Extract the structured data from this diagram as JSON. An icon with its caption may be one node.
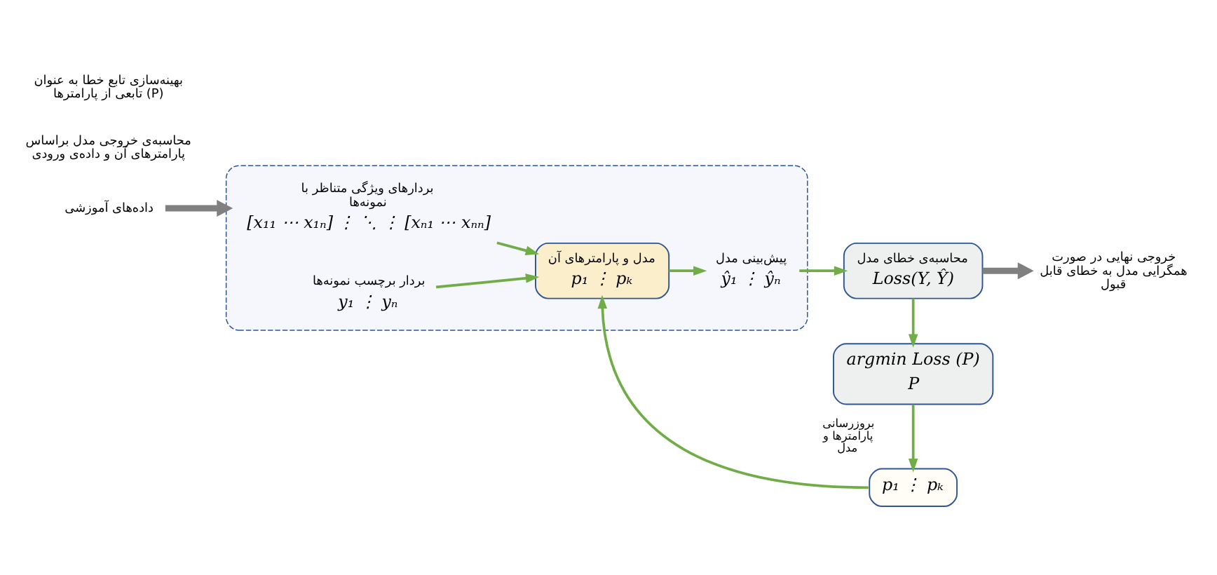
{
  "diagram": {
    "nodes": [
      {
        "text": [],
        "shape": "box"
      },
      {
        "text": [
          "بردارهای ویژگی متناظر با نمونه‌ها",
          "[x₁₁ ⋯ x₁ₙ] ⋮ ⋱ ⋮ [xₙ₁ ⋯ xₙₙ]"
        ],
        "in": 0
      },
      {
        "text": [
          "بردار برچسب نمونه‌ها",
          "y₁ ⋮ yₙ"
        ],
        "in": 0
      },
      {
        "text": [
          "مدل و پارامترهای آن",
          "p₁ ⋮ pₖ"
        ],
        "in": 0
      },
      {
        "text": [
          "پیش‌بینی مدل",
          "ŷ₁ ⋮ ŷₙ"
        ],
        "in": 0
      },
      {
        "text": [
          "محاسبه‌ی خطای مدل",
          "Loss(Y, Ŷ)"
        ]
      },
      {
        "text": [
          "خروجی نهایی در صورت همگرایی مدل به خطای قابل قبول"
        ]
      },
      {
        "text": [
          "argmin Loss (P)",
          "P"
        ]
      },
      {
        "text": [
          "p₁ ⋮ pₖ"
        ]
      },
      {
        "text": [
          "داده‌های آموزشی"
        ]
      }
    ],
    "edges": [
      {
        "from": 2,
        "to": 3,
        "arrow": "to"
      },
      {
        "from": 1,
        "to": 3,
        "arrow": "to"
      },
      {
        "from": 3,
        "to": 4,
        "arrow": "to"
      },
      {
        "from": 4,
        "to": 5,
        "arrow": "to"
      },
      {
        "from": 5,
        "to": 6,
        "arrow": "to",
        "style": "thick",
        "color": "#808080"
      },
      {
        "from": 5,
        "to": 7,
        "arrow": "to"
      },
      {
        "from": 7,
        "to": 8,
        "arrow": "to",
        "label": "بروزرسانی پارامترها و مدل"
      },
      {
        "from": 8,
        "to": 3,
        "arrow": "to"
      },
      {
        "from": 9,
        "to": 0,
        "arrow": "to",
        "style": "thick",
        "color": "#808080"
      }
    ],
    "labels": [
      "محاسبه‌ی خروجی مدل براساس پارامترهای آن و داده‌ی ورودی",
      "بهینه‌سازی تابع خطا به عنوان تابعی از پارامترها (P)"
    ]
  }
}
